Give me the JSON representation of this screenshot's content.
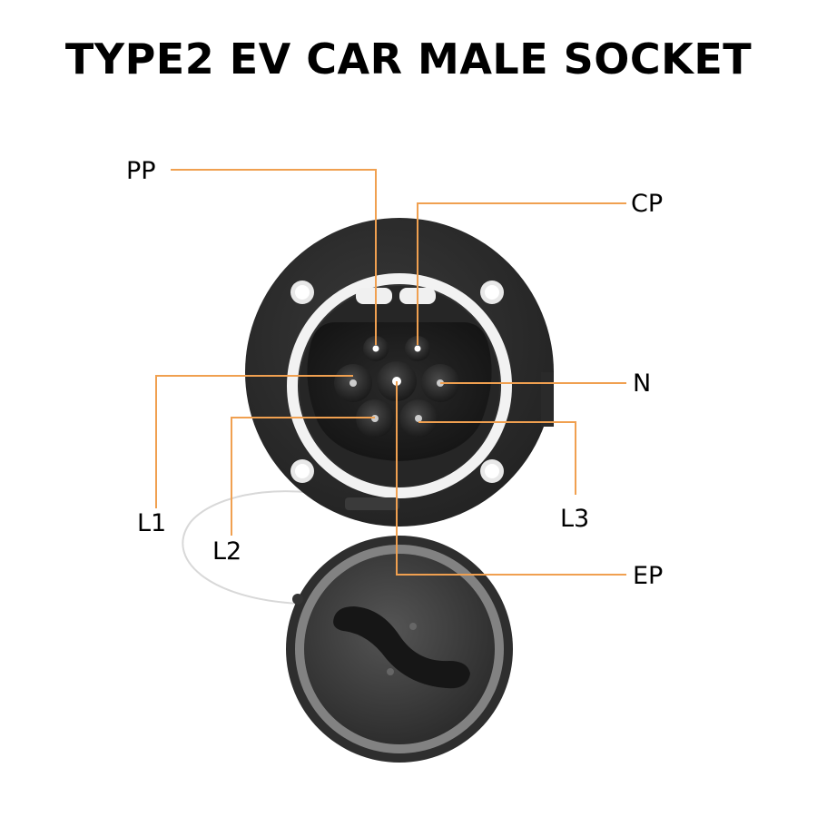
{
  "title": "TYPE2 EV CAR MALE SOCKET",
  "colors": {
    "leader_line": "#f0a050",
    "socket_body": "#2f2f2f",
    "socket_face": "#1f1f1f",
    "ring": "#f2f2f2",
    "cap": "#3a3a3a"
  },
  "labels": {
    "pp": "PP",
    "cp": "CP",
    "n": "N",
    "l1": "L1",
    "l2": "L2",
    "l3": "L3",
    "ep": "EP"
  }
}
